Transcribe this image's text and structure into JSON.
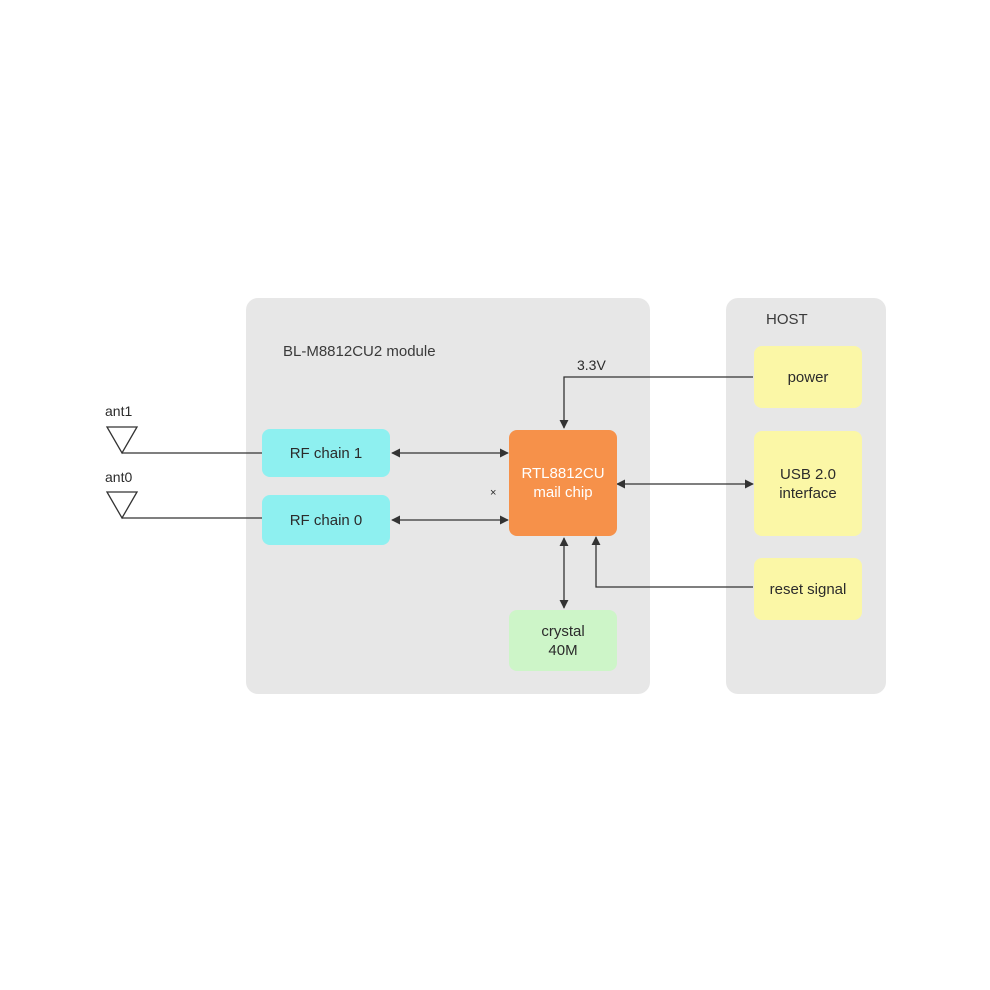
{
  "module": {
    "title": "BL-M8812CU2 module",
    "rf_chain_1": "RF chain 1",
    "rf_chain_0": "RF chain 0",
    "chip_line1": "RTL8812CU",
    "chip_line2": "mail chip",
    "crystal_line1": "crystal",
    "crystal_line2": "40M",
    "voltage_label": "3.3V",
    "mark": "×"
  },
  "host": {
    "title": "HOST",
    "power": "power",
    "usb_line1": "USB 2.0",
    "usb_line2": "interface",
    "reset": "reset signal"
  },
  "antennas": {
    "ant1": "ant1",
    "ant0": "ant0"
  },
  "colors": {
    "panel": "#e7e7e7",
    "rf_chain": "#8ef0f0",
    "chip": "#f6914a",
    "crystal": "#cdf5c8",
    "host_block": "#fbf7a6",
    "wire": "#333333"
  }
}
